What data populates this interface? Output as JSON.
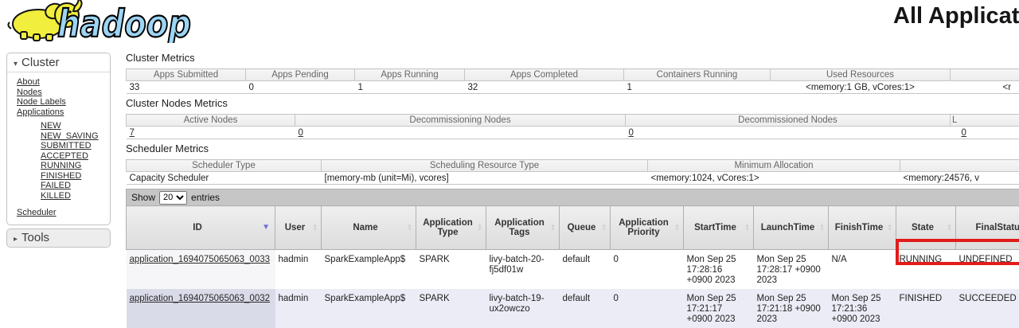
{
  "header": {
    "title": "All Applications",
    "logo_text": "hadoop"
  },
  "colors": {
    "highlight_box": "#e21b1b",
    "logo_text_fill": "#9cd4f4",
    "logo_elephant": "#f1ee3d",
    "sort_active_arrow": "#6f6fd8"
  },
  "sidebar": {
    "cluster_header": "Cluster",
    "cluster_links": [
      "About",
      "Nodes",
      "Node Labels",
      "Applications"
    ],
    "app_states": [
      "NEW",
      "NEW_SAVING",
      "SUBMITTED",
      "ACCEPTED",
      "RUNNING",
      "FINISHED",
      "FAILED",
      "KILLED"
    ],
    "scheduler_link": "Scheduler",
    "tools_header": "Tools"
  },
  "cluster_metrics": {
    "title": "Cluster Metrics",
    "columns": [
      "Apps Submitted",
      "Apps Pending",
      "Apps Running",
      "Apps Completed",
      "Containers Running",
      "Used Resources",
      ""
    ],
    "values": [
      "33",
      "0",
      "1",
      "32",
      "1",
      "<memory:1 GB, vCores:1>",
      "<r"
    ]
  },
  "cluster_nodes_metrics": {
    "title": "Cluster Nodes Metrics",
    "columns": [
      "Active Nodes",
      "Decommissioning Nodes",
      "Decommissioned Nodes",
      "L"
    ],
    "values": [
      "7",
      "0",
      "0",
      "0"
    ]
  },
  "scheduler_metrics": {
    "title": "Scheduler Metrics",
    "columns": [
      "Scheduler Type",
      "Scheduling Resource Type",
      "Minimum Allocation",
      ""
    ],
    "values": [
      "Capacity Scheduler",
      "[memory-mb (unit=Mi), vcores]",
      "<memory:1024, vCores:1>",
      "<memory:24576, v"
    ]
  },
  "apps_table": {
    "show_label": "Show",
    "entries_label": "entries",
    "page_size": "20",
    "columns": [
      "ID",
      "User",
      "Name",
      "Application Type",
      "Application Tags",
      "Queue",
      "Application Priority",
      "StartTime",
      "LaunchTime",
      "FinishTime",
      "State",
      "FinalStatus"
    ],
    "rows": [
      {
        "id": "application_1694075065063_0033",
        "user": "hadmin",
        "name": "SparkExampleApp$",
        "type": "SPARK",
        "tags": "livy-batch-20-fj5df01w",
        "queue": "default",
        "priority": "0",
        "start": "Mon Sep 25 17:28:16 +0900 2023",
        "launch": "Mon Sep 25 17:28:17 +0900 2023",
        "finish": "N/A",
        "state": "RUNNING",
        "final": "UNDEFINED"
      },
      {
        "id": "application_1694075065063_0032",
        "user": "hadmin",
        "name": "SparkExampleApp$",
        "type": "SPARK",
        "tags": "livy-batch-19-ux2owczo",
        "queue": "default",
        "priority": "0",
        "start": "Mon Sep 25 17:21:17 +0900 2023",
        "launch": "Mon Sep 25 17:21:18 +0900 2023",
        "finish": "Mon Sep 25 17:21:36 +0900 2023",
        "state": "FINISHED",
        "final": "SUCCEEDED"
      }
    ]
  }
}
